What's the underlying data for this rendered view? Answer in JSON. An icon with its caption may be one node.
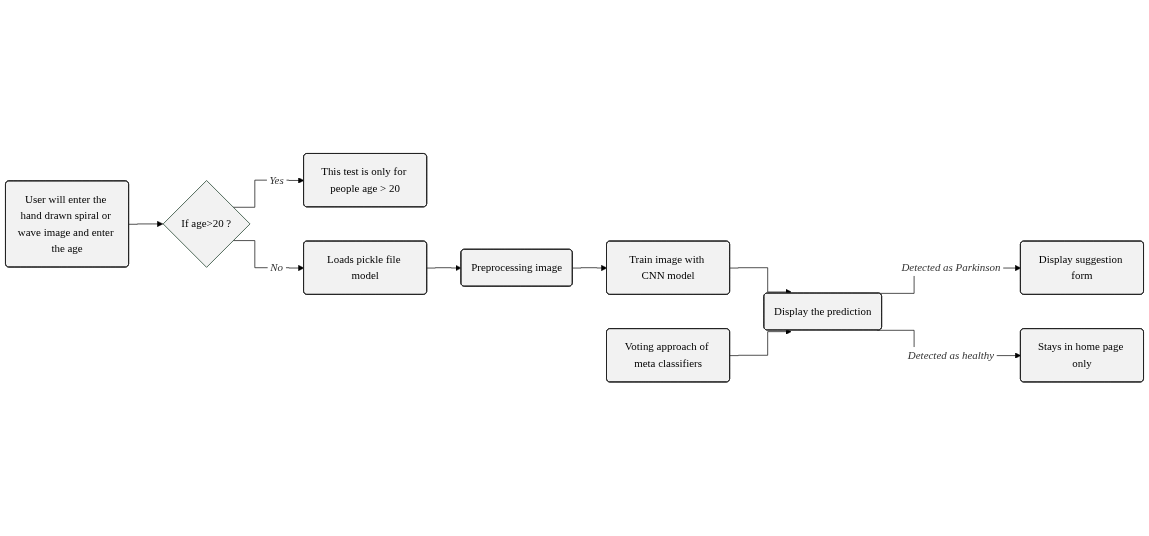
{
  "diagram": {
    "nodes": [
      {
        "text": [
          "User will enter the hand drawn spiral or wave image and enter the age"
        ]
      },
      {
        "text": [
          "If age>20 ?"
        ]
      },
      {
        "text": [
          "This test is only for people age > 20"
        ]
      },
      {
        "text": [
          "Loads pickle file model"
        ]
      },
      {
        "text": [
          "Preprocessing image"
        ]
      },
      {
        "text": [
          "Train image with CNN model"
        ]
      },
      {
        "text": [
          "Voting approach of meta classifiers"
        ]
      },
      {
        "text": [
          "Display the prediction"
        ]
      },
      {
        "text": [
          "Display suggestion form"
        ]
      },
      {
        "text": [
          "Stays in home page only"
        ]
      }
    ],
    "edges": [
      {
        "from": 0,
        "to": 1,
        "arrow": "to"
      },
      {
        "from": 1,
        "to": 2,
        "arrow": "to",
        "label": "Yes"
      },
      {
        "from": 1,
        "to": 3,
        "arrow": "to",
        "label": "No"
      },
      {
        "from": 3,
        "to": 4,
        "arrow": "to"
      },
      {
        "from": 4,
        "to": 5,
        "arrow": "to"
      },
      {
        "from": 5,
        "to": 7,
        "arrow": "to"
      },
      {
        "from": 6,
        "to": 7,
        "arrow": "to"
      },
      {
        "from": 7,
        "to": 8,
        "arrow": "to",
        "label": "Detected as Parkinson"
      },
      {
        "from": 7,
        "to": 9,
        "arrow": "to",
        "label": "Detected as healthy"
      }
    ]
  }
}
